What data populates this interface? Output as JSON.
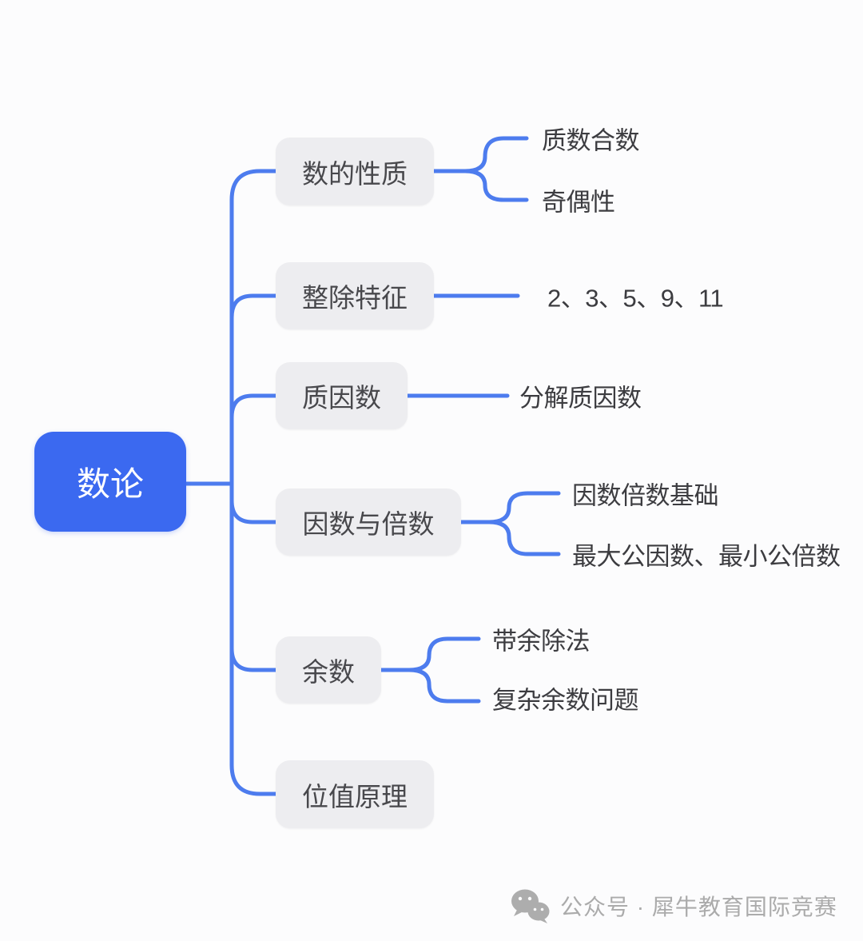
{
  "root": {
    "label": "数论"
  },
  "branches": [
    {
      "label": "数的性质",
      "children": [
        "质数合数",
        "奇偶性"
      ]
    },
    {
      "label": "整除特征",
      "children": [
        "2、3、5、9、11"
      ]
    },
    {
      "label": "质因数",
      "children": [
        "分解质因数"
      ]
    },
    {
      "label": "因数与倍数",
      "children": [
        "因数倍数基础",
        "最大公因数、最小公倍数"
      ]
    },
    {
      "label": "余数",
      "children": [
        "带余除法",
        "复杂余数问题"
      ]
    },
    {
      "label": "位值原理",
      "children": []
    }
  ],
  "watermark": {
    "icon": "wechat-icon",
    "label": "公众号 · 犀牛教育国际竞赛"
  },
  "colors": {
    "root_bg": "#3B69F0",
    "root_text": "#FFFFFF",
    "connector": "#4D7CEE",
    "branch_bg": "#EDEDF0",
    "branch_text": "#48484C",
    "leaf_text": "#3C3C40",
    "watermark": "#ABABAB",
    "background": "#FCFCFD"
  }
}
